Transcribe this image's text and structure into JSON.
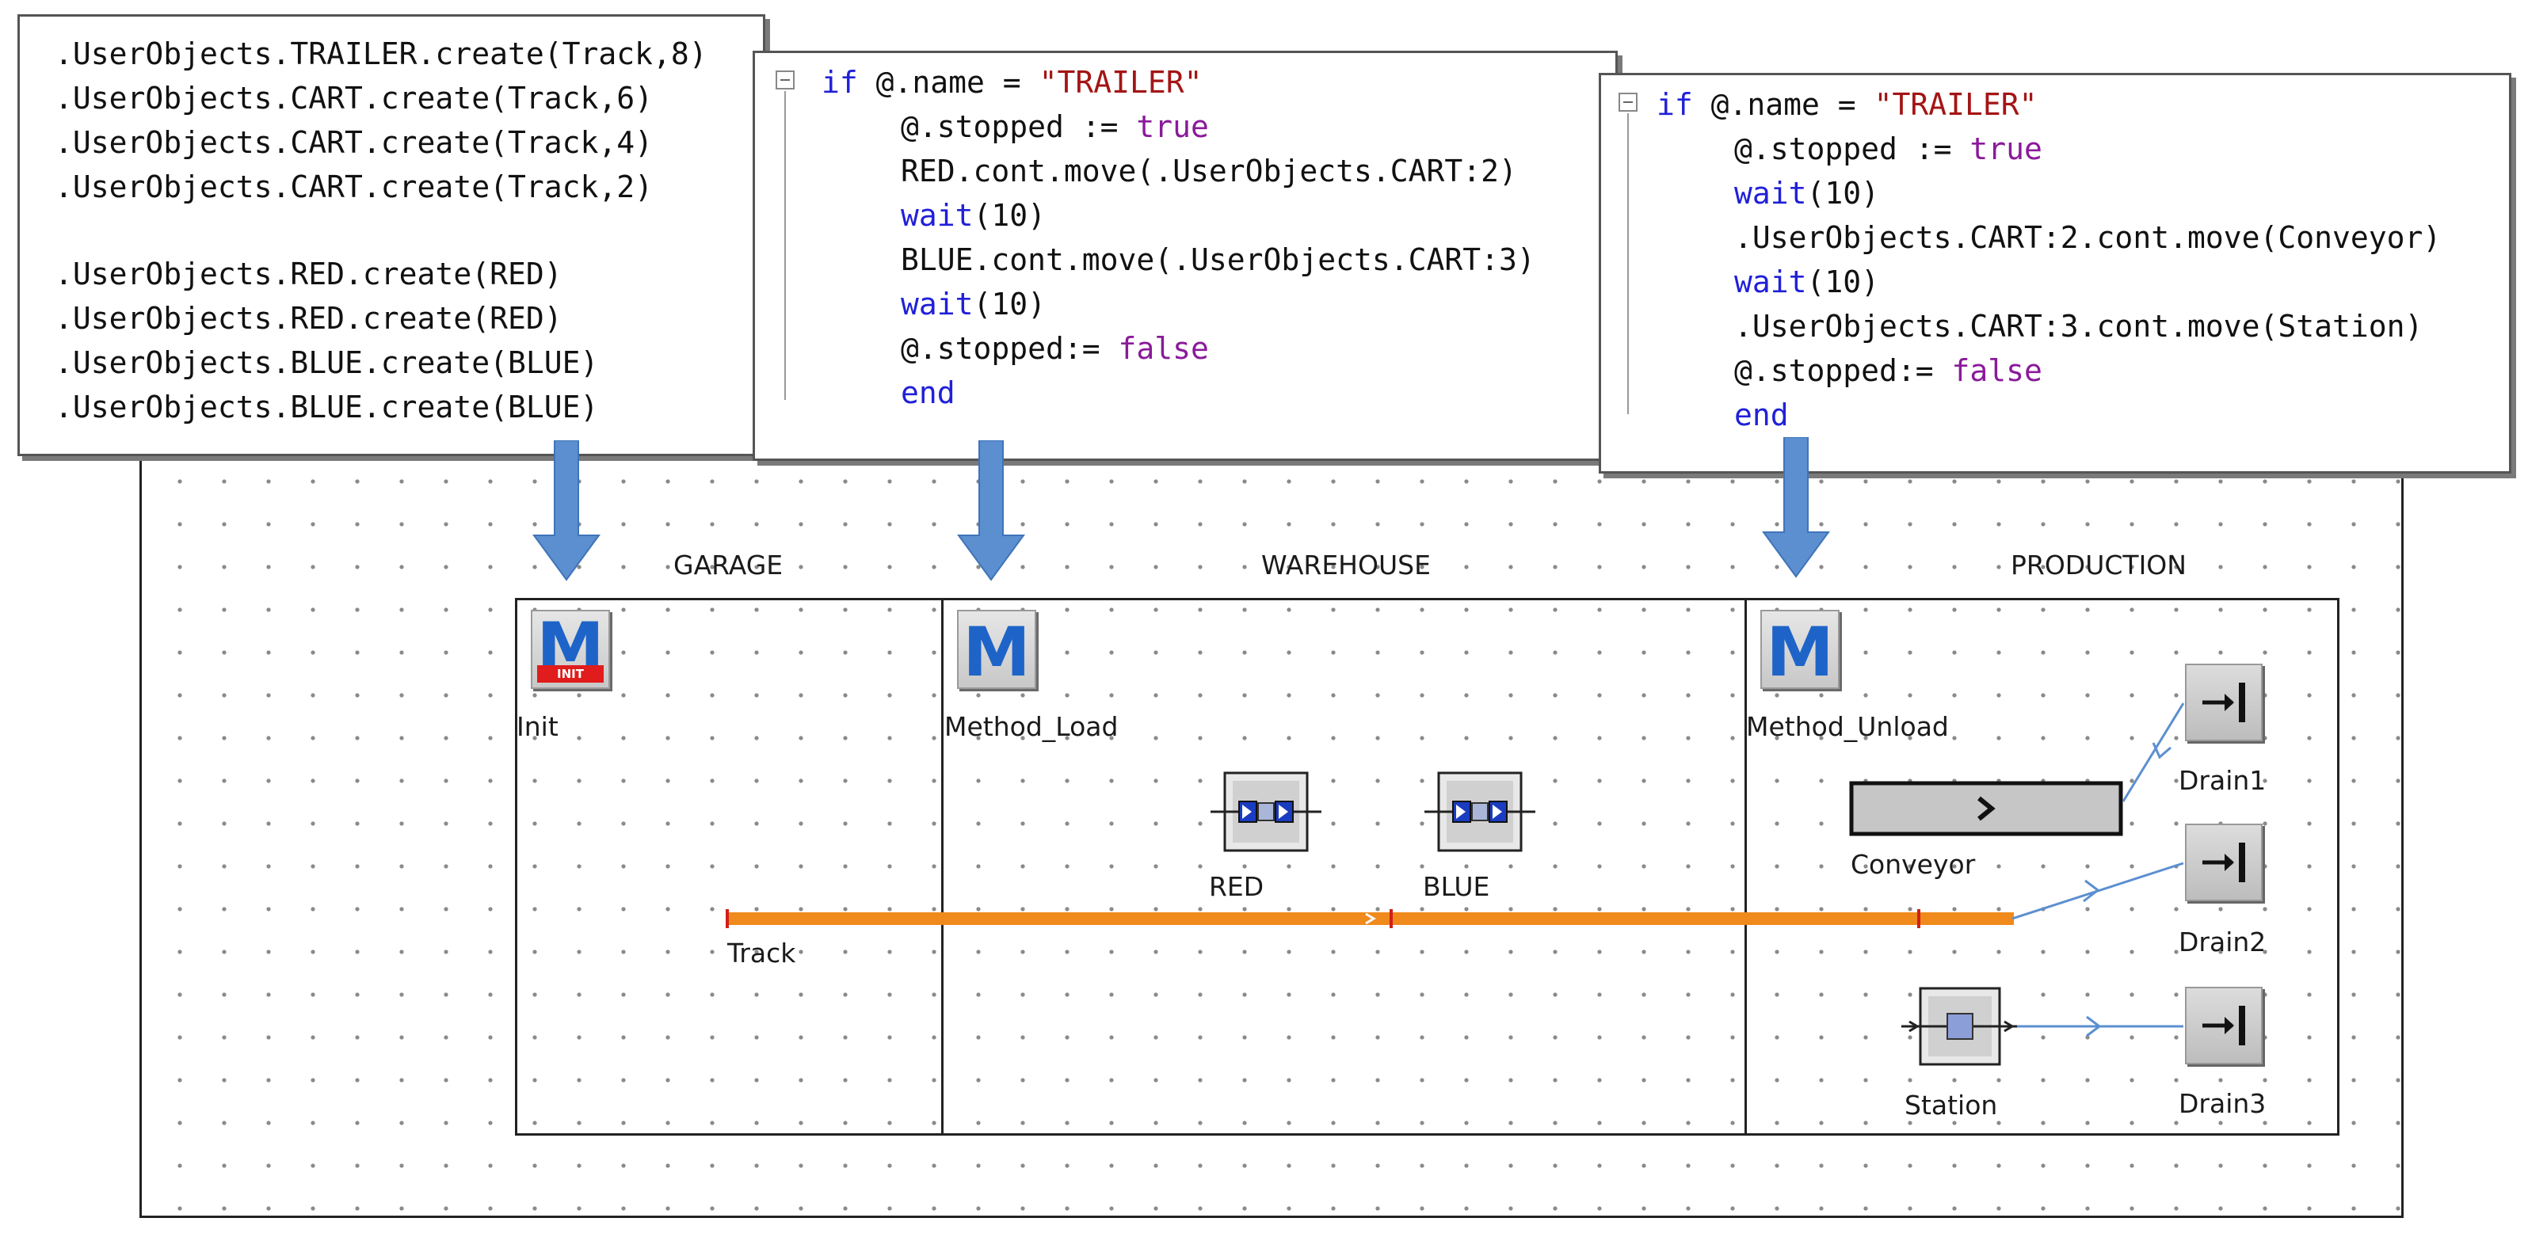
{
  "code_blocks": [
    {
      "id": "init",
      "lines": [
        ".UserObjects.TRAILER.create(Track,8)",
        ".UserObjects.CART.create(Track,6)",
        ".UserObjects.CART.create(Track,4)",
        ".UserObjects.CART.create(Track,2)",
        "",
        ".UserObjects.RED.create(RED)",
        ".UserObjects.RED.create(RED)",
        ".UserObjects.BLUE.create(BLUE)",
        ".UserObjects.BLUE.create(BLUE)"
      ]
    },
    {
      "id": "load",
      "lines": [
        "if @.name = \"TRAILER\"",
        "@.stopped := true",
        "RED.cont.move(.UserObjects.CART:2)",
        "wait(10)",
        "BLUE.cont.move(.UserObjects.CART:3)",
        "wait(10)",
        "@.stopped:= false",
        "end"
      ]
    },
    {
      "id": "unload",
      "lines": [
        "if @.name = \"TRAILER\"",
        "@.stopped := true",
        "wait(10)",
        ".UserObjects.CART:2.cont.move(Conveyor)",
        "wait(10)",
        ".UserObjects.CART:3.cont.move(Station)",
        "@.stopped:= false",
        "end"
      ]
    }
  ],
  "tokens": {
    "kw_if": "if",
    "kw_end": "end",
    "kw_wait": "wait",
    "kw_true": "true",
    "kw_false": "false",
    "str_trailer": "\"TRAILER\"",
    "at_name_eq": "@.name = ",
    "stopped_assign": "@.stopped := ",
    "stopped_assign2": "@.stopped:= ",
    "wait_arg": "(10)",
    "red_move": "RED.cont.move(.UserObjects.CART:2)",
    "blue_move": "BLUE.cont.move(.UserObjects.CART:3)",
    "cart2_move": ".UserObjects.CART:2.cont.move(Conveyor)",
    "cart3_move": ".UserObjects.CART:3.cont.move(Station)"
  },
  "sections": {
    "garage": "GARAGE",
    "warehouse": "WAREHOUSE",
    "production": "PRODUCTION"
  },
  "objects": {
    "init": "Init",
    "method_load": "Method_Load",
    "method_unload": "Method_Unload",
    "red": "RED",
    "blue": "BLUE",
    "track": "Track",
    "conveyor": "Conveyor",
    "station": "Station",
    "drain1": "Drain1",
    "drain2": "Drain2",
    "drain3": "Drain3"
  },
  "icons": {
    "method_letter": "M",
    "init_badge": "INIT",
    "conveyor_glyph": "›",
    "method": "method-icon",
    "drain": "drain-icon",
    "buffer": "buffer-icon",
    "station": "station-icon"
  },
  "colors": {
    "track": "#f08a1c",
    "arrow": "#5b8fd0",
    "method_letter": "#1e64c8",
    "init_badge": "#e01c1c",
    "keyword": "#2020d8",
    "keyword_bool": "#8a1a9a",
    "string": "#a31515"
  }
}
